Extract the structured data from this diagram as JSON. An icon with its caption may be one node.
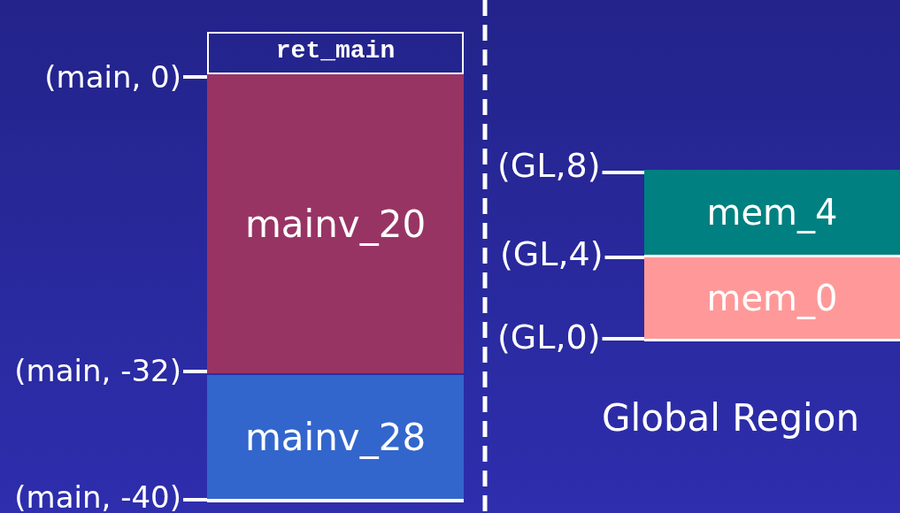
{
  "diagram": {
    "nodes": [
      {
        "text": [
          "ret_main"
        ]
      },
      {
        "text": [
          "mainv_20"
        ]
      },
      {
        "text": [
          "mainv_28"
        ]
      },
      {
        "text": [
          "mem_4"
        ]
      },
      {
        "text": [
          "mem_0"
        ]
      },
      {
        "text": [
          "(main, 0)"
        ]
      },
      {
        "text": [
          "(GL,8)"
        ]
      },
      {
        "text": [
          "(GL,4)"
        ]
      },
      {
        "text": [
          "(GL,0)"
        ]
      },
      {
        "text": [
          "(main, -32)"
        ]
      },
      {
        "text": [
          "(main, -40)"
        ]
      }
    ],
    "edges": [
      {
        "from": 5,
        "to": 1,
        "arrow": "none"
      },
      {
        "from": 6,
        "to": 3,
        "arrow": "none"
      },
      {
        "from": 7,
        "to": 4,
        "arrow": "none"
      },
      {
        "from": 8,
        "to": 4,
        "arrow": "none"
      },
      {
        "from": 9,
        "to": 1,
        "arrow": "none"
      },
      {
        "from": 10,
        "to": 2,
        "arrow": "none"
      }
    ],
    "labels": [
      "Global Region"
    ]
  }
}
